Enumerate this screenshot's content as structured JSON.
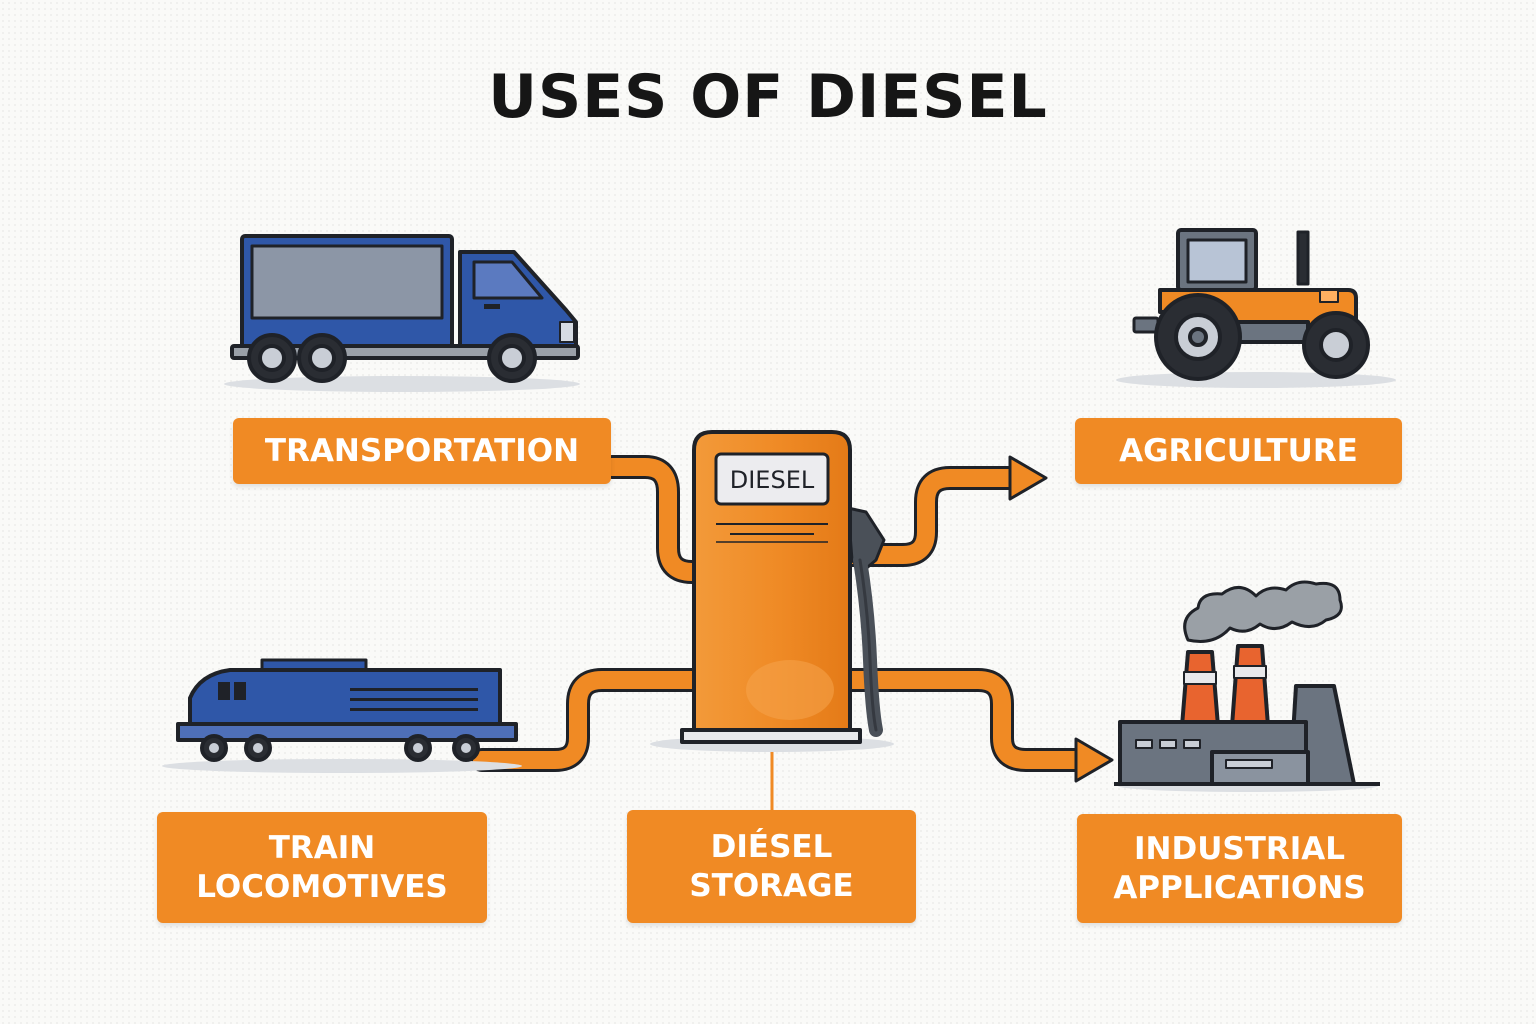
{
  "title": "USES OF DIESEL",
  "pump": {
    "sign": "DIESEL"
  },
  "labels": {
    "transportation": [
      "TRANSPORTATION"
    ],
    "agriculture": [
      "AGRICULTURE"
    ],
    "train": [
      "TRAIN",
      "LOCOMOTIVES"
    ],
    "storage": [
      "DIÉSEL",
      "STORAGE"
    ],
    "industrial": [
      "INDUSTRIAL",
      "APPLICATIONS"
    ]
  },
  "colors": {
    "accent_orange": "#f08a24",
    "vehicle_blue": "#2f57a8",
    "outline": "#1f2228",
    "grey": "#8a9099",
    "smoke": "#9aa0a6"
  },
  "icons": [
    "truck-icon",
    "tractor-icon",
    "train-icon",
    "factory-icon",
    "fuel-pump-icon"
  ]
}
